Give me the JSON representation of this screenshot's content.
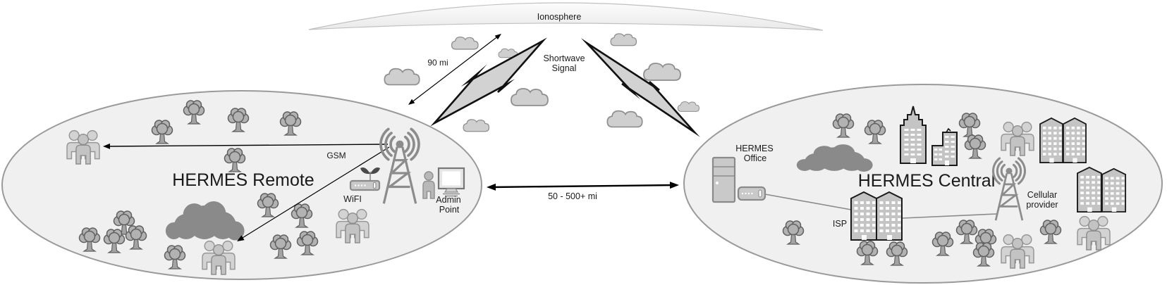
{
  "diagram": {
    "ionosphere_label": "Ionosphere",
    "hop_distance_label": "90 mi",
    "signal_label_line1": "Shortwave",
    "signal_label_line2": "Signal"
  },
  "link": {
    "distance_label": "50 - 500+ mi"
  },
  "remote": {
    "title": "HERMES Remote",
    "gsm_label": "GSM",
    "wifi_label": "WiFI",
    "admin_label_line1": "Admin",
    "admin_label_line2": "Point"
  },
  "central": {
    "title": "HERMES Central",
    "office_label_line1": "HERMES",
    "office_label_line2": "Office",
    "isp_label": "ISP",
    "cellular_label_line1": "Cellular",
    "cellular_label_line2": "provider"
  },
  "icons": {
    "ionosphere-arc": "thin light lens-shaped layer at top",
    "cloud-icon": "outlined gray cloud",
    "dark-cloud-icon": "solid dark gray cloud blob",
    "lightning-bolt-icon": "gray zigzag bolt with black outline",
    "radio-tower-icon": "lattice mast with radio wave arcs",
    "wifi-router-icon": "router box with twin antenna",
    "admin-person-icon": "single person figure",
    "computer-icon": "desktop monitor with keyboard",
    "people-group-icon": "group of three people",
    "tree-icon": "round-canopy tree",
    "server-icon": "tower server case",
    "modem-icon": "small modem box",
    "building-icon": "peak-roof building with window grid",
    "skyscraper-icon": "stepped high-rise with spire",
    "l-building-icon": "L-shaped office block with antenna"
  },
  "colors": {
    "zone_fill": "#f0f0f0",
    "zone_stroke": "#9a9a9a",
    "cloud_fill": "#cfcfcf",
    "cloud_stroke": "#8f8f8f",
    "dark_cloud_fill": "#8a8a8a",
    "tower_color": "#8c8c8c",
    "building_fill": "#c4c4c4",
    "building_stroke": "#1a1a1a",
    "bolt_fill": "#d2d2d2",
    "bolt_stroke": "#111111",
    "line_color": "#000000",
    "cable_color": "#8a8a8a",
    "text_color": "#1a1a1a",
    "ionosphere_stroke": "#c0c0c0"
  }
}
